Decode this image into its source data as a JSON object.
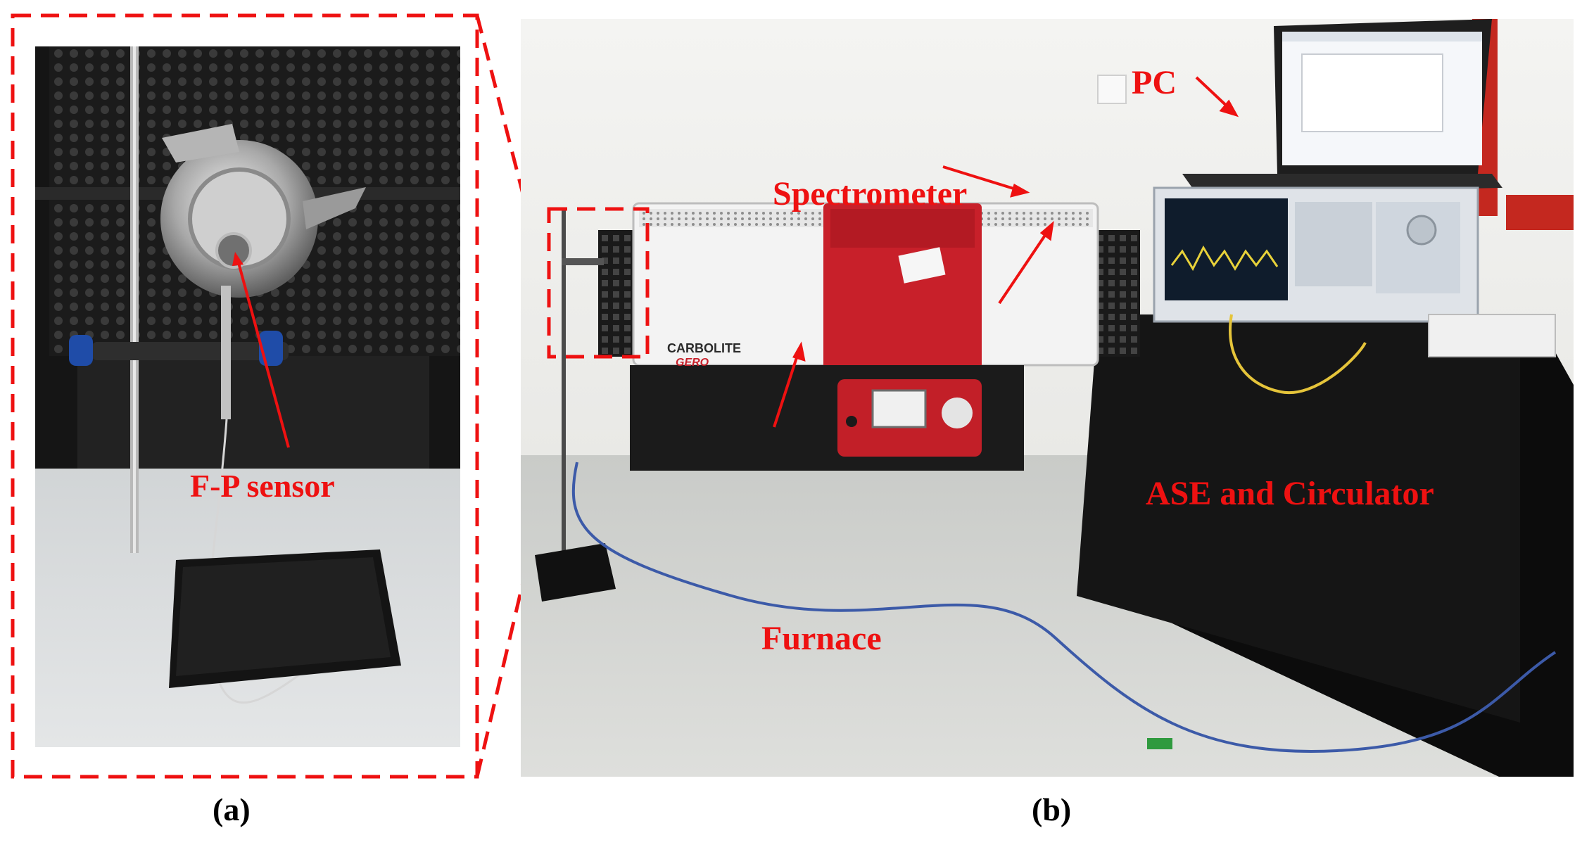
{
  "figure": {
    "panel_a": {
      "caption": "(a)",
      "annotation": "F-P sensor"
    },
    "panel_b": {
      "caption": "(b)",
      "annotations": {
        "pc": "PC",
        "spectrometer": "Spectrometer",
        "furnace": "Furnace",
        "ase": "ASE and Circulator"
      },
      "furnace_brand": "CARBOLITE",
      "furnace_brand_sub": "GERO"
    },
    "colors": {
      "annotation": "#ee1111",
      "dashed_box": "#ee1111",
      "furnace_red": "#c8202a"
    }
  }
}
